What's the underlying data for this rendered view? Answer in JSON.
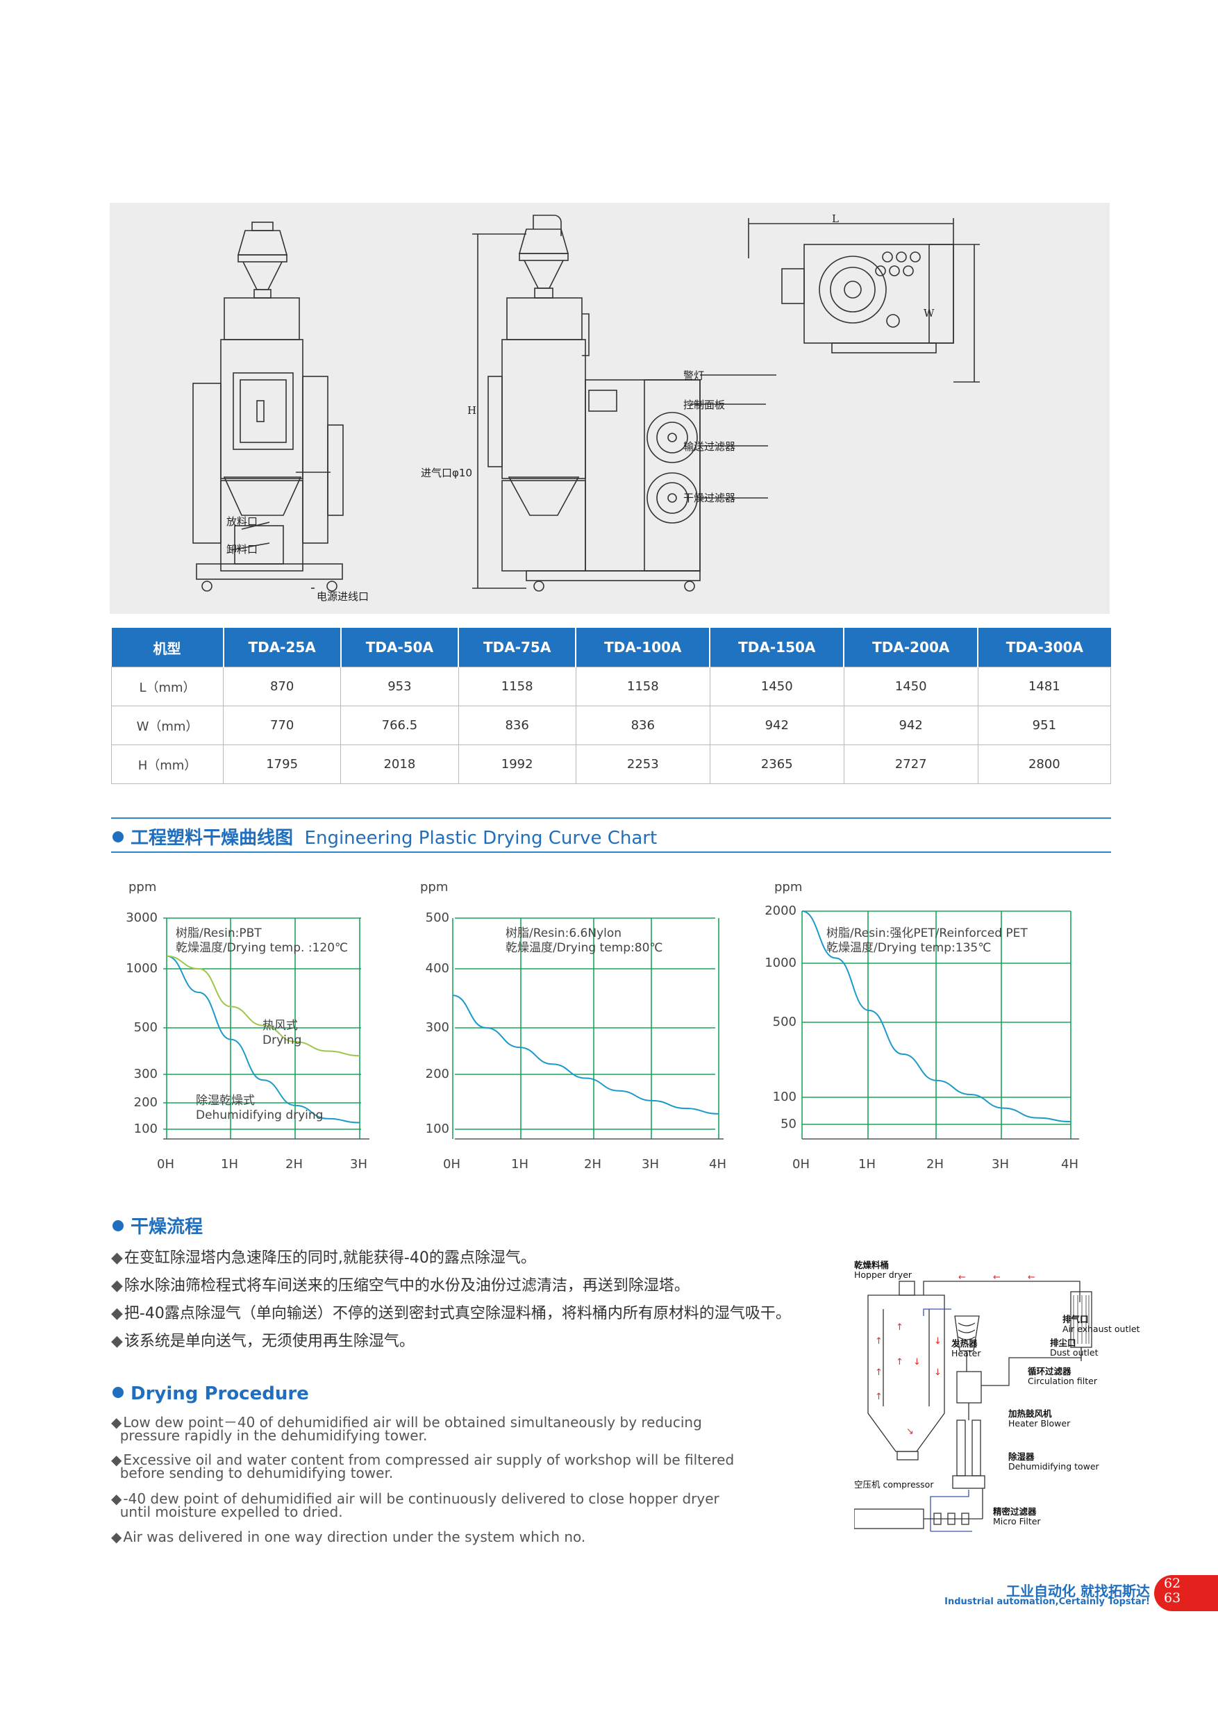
{
  "drawing": {
    "labels": {
      "warning_light": "警灯",
      "control_panel": "控制面板",
      "conveying_filter": "输送过滤器",
      "drying_filter": "干燥过滤器",
      "air_inlet": "进气口φ10",
      "discharge_port": "放料口",
      "unload_port": "卸料口",
      "power_inlet": "电源进线口",
      "dim_h": "H",
      "dim_l": "L",
      "dim_w": "W"
    }
  },
  "spec_table": {
    "headers": [
      "机型",
      "TDA-25A",
      "TDA-50A",
      "TDA-75A",
      "TDA-100A",
      "TDA-150A",
      "TDA-200A",
      "TDA-300A"
    ],
    "rows": [
      [
        "L（mm）",
        "870",
        "953",
        "1158",
        "1158",
        "1450",
        "1450",
        "1481"
      ],
      [
        "W（mm）",
        "770",
        "766.5",
        "836",
        "836",
        "942",
        "942",
        "951"
      ],
      [
        "H（mm）",
        "1795",
        "2018",
        "1992",
        "2253",
        "2365",
        "2727",
        "2800"
      ]
    ]
  },
  "curve_section": {
    "title_cn": "工程塑料干燥曲线图",
    "title_en": "Engineering Plastic Drying Curve Chart"
  },
  "chart_data": [
    {
      "type": "line",
      "ylabel": "ppm",
      "caption": [
        "树脂/Resin:PBT",
        "乾燥温度/Drying temp. :120℃"
      ],
      "x_ticks": [
        "0H",
        "1H",
        "2H",
        "3H"
      ],
      "y_ticks": [
        "3000",
        "1000",
        "500",
        "300",
        "200",
        "100"
      ],
      "series": [
        {
          "name": "除湿乾燥式 Dehumidifying drying",
          "label_cn": "除湿乾燥式",
          "label_en": "Dehumidifying drying",
          "x": [
            0,
            0.5,
            1,
            1.5,
            2,
            2.5,
            3
          ],
          "y": [
            1500,
            800,
            450,
            280,
            190,
            140,
            125
          ],
          "color": "#1b9ac9"
        },
        {
          "name": "热风式 Drying",
          "label_cn": "热风式",
          "label_en": "Drying",
          "x": [
            0,
            0.5,
            1,
            1.5,
            2,
            2.5,
            3
          ],
          "y": [
            1500,
            1000,
            680,
            520,
            440,
            400,
            380
          ],
          "color": "#9dc64c"
        }
      ]
    },
    {
      "type": "line",
      "ylabel": "ppm",
      "caption": [
        "树脂/Resin:6.6Nylon",
        "乾燥温度/Drying temp:80℃"
      ],
      "x_ticks": [
        "0H",
        "1H",
        "2H",
        "3H",
        "4H"
      ],
      "y_ticks": [
        "500",
        "400",
        "300",
        "200",
        "100"
      ],
      "series": [
        {
          "name": "",
          "x": [
            0,
            0.5,
            1,
            1.5,
            2,
            2.5,
            3,
            3.5,
            4
          ],
          "y": [
            355,
            300,
            258,
            222,
            193,
            170,
            152,
            138,
            128
          ],
          "color": "#1b9ac9"
        }
      ]
    },
    {
      "type": "line",
      "ylabel": "ppm",
      "caption": [
        "树脂/Resin:强化PET/Reinforced PET",
        "乾燥温度/Drying temp:135℃"
      ],
      "x_ticks": [
        "0H",
        "1H",
        "2H",
        "3H",
        "4H"
      ],
      "y_ticks": [
        "2000",
        "1000",
        "500",
        "100",
        "50"
      ],
      "series": [
        {
          "name": "",
          "x": [
            0,
            0.5,
            1,
            1.5,
            2,
            2.5,
            3,
            3.5,
            4
          ],
          "y": [
            2000,
            1100,
            600,
            330,
            190,
            115,
            80,
            62,
            55
          ],
          "color": "#1b9ac9"
        }
      ]
    }
  ],
  "procedure_cn": {
    "title": "干燥流程",
    "items": [
      "在变缸除湿塔内急速降压的同时,就能获得-40的露点除湿气。",
      "除水除油筛检程式将车间送来的压缩空气中的水份及油份过滤清洁，再送到除湿塔。",
      "把-40露点除湿气（单向输送）不停的送到密封式真空除湿料桶，将料桶内所有原材料的湿气吸干。",
      "该系统是单向送气，无须使用再生除湿气。"
    ]
  },
  "procedure_en": {
    "title": "Drying Procedure",
    "items": [
      [
        "Low dew point－40 of dehumidified air will be obtained simultaneously by reducing",
        "pressure rapidly in the dehumidifying  tower."
      ],
      [
        "Excessive oil and water content from compressed air supply of workshop will be filtered",
        "before sending to dehumidifying tower."
      ],
      [
        "-40 dew point of dehumidified air will be continuously delivered to close hopper dryer",
        "until moisture expelled to dried."
      ],
      [
        "Air was delivered in one way direction under the system which no."
      ]
    ]
  },
  "flow_diagram": {
    "hopper_cn": "乾燥料桶",
    "hopper_en": "Hopper dryer",
    "heater_cn": "发热器",
    "heater_en": "Heater",
    "exhaust_cn": "排气口",
    "exhaust_en": "Air exhaust outlet",
    "dust_cn": "排尘口",
    "dust_en": "Dust outlet",
    "circ_cn": "循环过滤器",
    "circ_en": "Circulation filter",
    "blower_cn": "加热鼓风机",
    "blower_en": "Heater Blower",
    "tower_cn": "除湿器",
    "tower_en": "Dehumidifying tower",
    "compressor": "空压机 compressor",
    "micro_cn": "精密过滤器",
    "micro_en": "Micro Filter"
  },
  "footer": {
    "cn": "工业自动化  就找拓斯达",
    "en": "Industrial automation,Certainly Topstar!",
    "page_top": "62",
    "page_bottom": "63"
  },
  "colors": {
    "accent": "#1f73c1",
    "curve_blue": "#1b9ac9",
    "curve_green": "#9dc64c",
    "grid_green": "#1aa35a",
    "tab_red": "#e5211d"
  }
}
